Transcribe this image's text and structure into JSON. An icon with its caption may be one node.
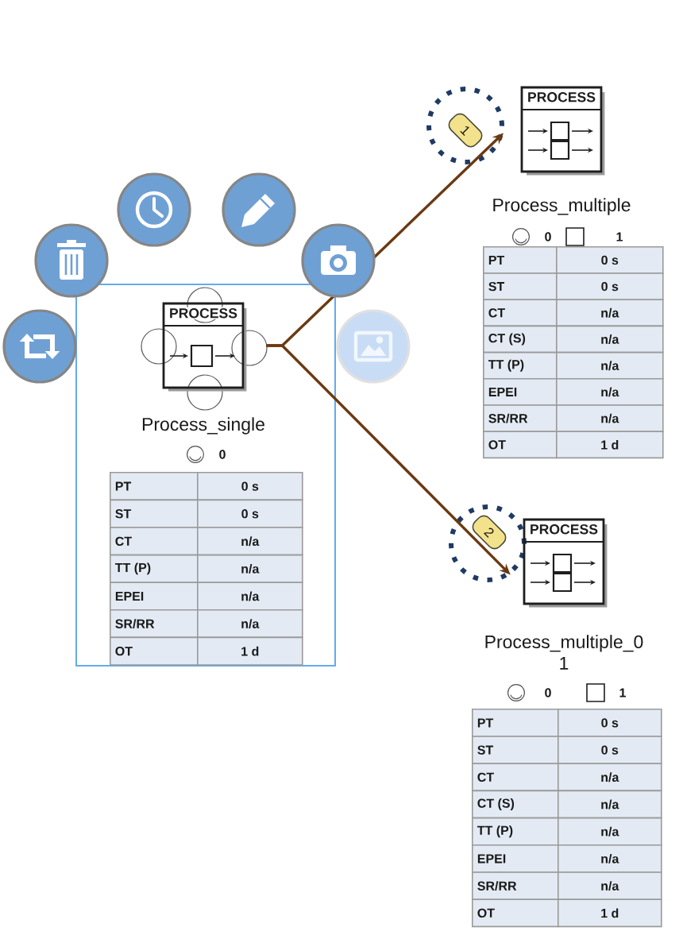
{
  "diagram": {
    "nodes": [
      {
        "text": [
          "PROCESS"
        ],
        "beside": [
          "Process_single"
        ]
      },
      {
        "text": [
          "1"
        ]
      },
      {
        "text": [
          "PROCESS"
        ],
        "beside": [
          "Process_multiple"
        ]
      },
      {
        "text": [
          "2"
        ]
      },
      {
        "text": [
          "PROCESS"
        ],
        "beside": [
          "Process_multiple_0 1"
        ]
      }
    ],
    "edges": [
      {
        "from": 0,
        "to": 1,
        "arrow": "to"
      },
      {
        "from": 0,
        "to": 3,
        "arrow": "to"
      }
    ],
    "labels": [
      "0",
      "PT",
      "0 s",
      "ST",
      "0 s",
      "CT",
      "n/a",
      "TT (P)",
      "n/a",
      "EPEI",
      "n/a",
      "SR/RR",
      "n/a",
      "OT",
      "1 d",
      "0",
      "1",
      "PT",
      "0 s",
      "ST",
      "0 s",
      "CT",
      "n/a",
      "CT (S)",
      "n/a",
      "TT (P)",
      "n/a",
      "EPEI",
      "n/a",
      "SR/RR",
      "n/a",
      "OT",
      "1 d",
      "0",
      "1",
      "PT",
      "0 s",
      "ST",
      "0 s",
      "CT",
      "n/a",
      "CT (S)",
      "n/a",
      "TT (P)",
      "n/a",
      "EPEI",
      "n/a",
      "SR/RR",
      "n/a",
      "OT",
      "1 d"
    ]
  }
}
